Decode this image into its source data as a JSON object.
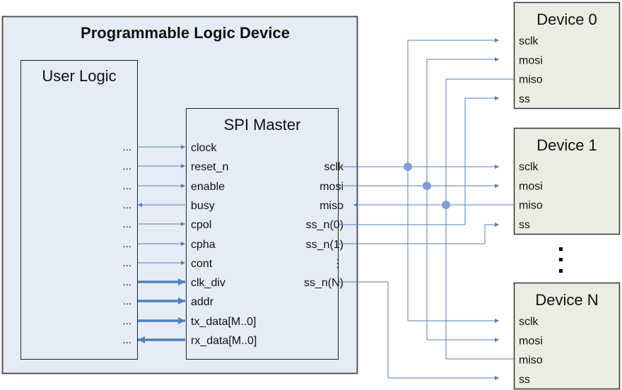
{
  "pld": {
    "title": "Programmable Logic Device"
  },
  "user_logic": {
    "title": "User Logic",
    "port_placeholder": "..."
  },
  "spi_master": {
    "title": "SPI Master",
    "left_ports": [
      {
        "label": "clock",
        "direction": "in",
        "bus": false
      },
      {
        "label": "reset_n",
        "direction": "in",
        "bus": false
      },
      {
        "label": "enable",
        "direction": "in",
        "bus": false
      },
      {
        "label": "busy",
        "direction": "out",
        "bus": false
      },
      {
        "label": "cpol",
        "direction": "in",
        "bus": false
      },
      {
        "label": "cpha",
        "direction": "in",
        "bus": false
      },
      {
        "label": "cont",
        "direction": "in",
        "bus": false
      },
      {
        "label": "clk_div",
        "direction": "in",
        "bus": true
      },
      {
        "label": "addr",
        "direction": "in",
        "bus": true
      },
      {
        "label": "tx_data[M..0]",
        "direction": "in",
        "bus": true
      },
      {
        "label": "rx_data[M..0]",
        "direction": "out",
        "bus": true
      }
    ],
    "right_ports": [
      {
        "label": "sclk",
        "row": 1
      },
      {
        "label": "mosi",
        "row": 2
      },
      {
        "label": "miso",
        "row": 3
      },
      {
        "label": "ss_n(0)",
        "row": 4
      },
      {
        "label": "ss_n(1)",
        "row": 5
      },
      {
        "label": "⋮",
        "row": 6
      },
      {
        "label": "ss_n(N)",
        "row": 7
      }
    ]
  },
  "devices": [
    {
      "title": "Device 0",
      "ports": [
        "sclk",
        "mosi",
        "miso",
        "ss"
      ]
    },
    {
      "title": "Device 1",
      "ports": [
        "sclk",
        "mosi",
        "miso",
        "ss"
      ]
    },
    {
      "title": "Device N",
      "ports": [
        "sclk",
        "mosi",
        "miso",
        "ss"
      ]
    }
  ],
  "colors": {
    "wire": "#4f81bd",
    "wire_thin": "#5b7fb8",
    "pld_fill": "#e6ecf5",
    "device_fill": "#ecece3",
    "border": "#333333"
  }
}
